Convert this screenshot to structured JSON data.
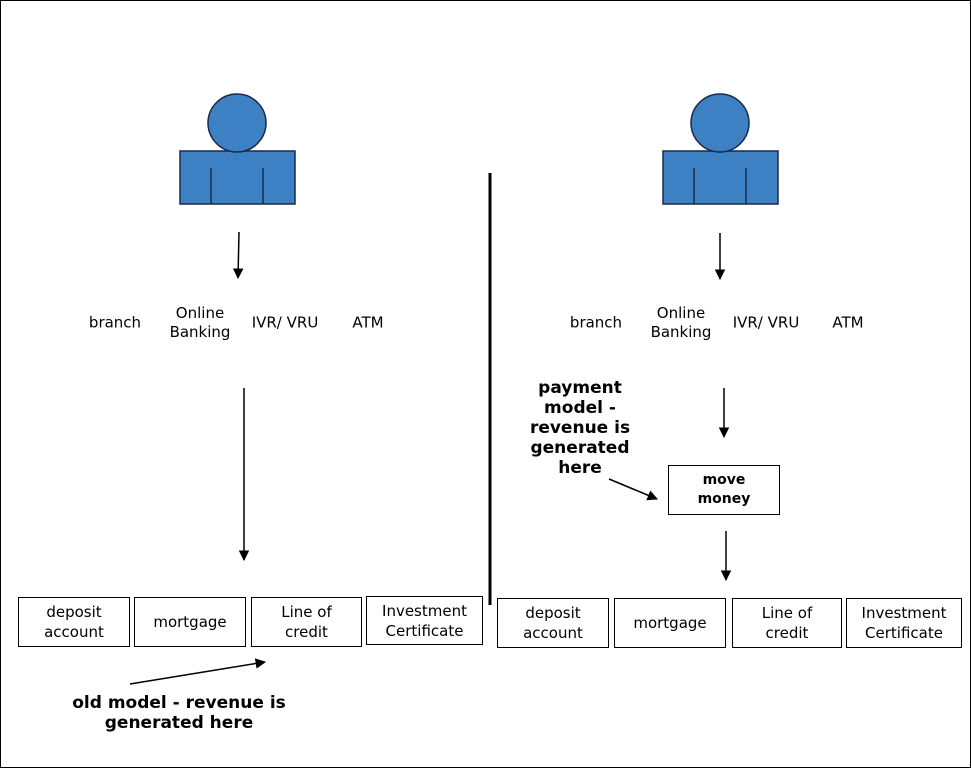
{
  "colors": {
    "person_fill": "#3d80c4",
    "person_stroke": "#1a2a44",
    "line": "#000000"
  },
  "left": {
    "channels": [
      "branch",
      "Online\nBanking",
      "IVR/ VRU",
      "ATM"
    ],
    "products": [
      "deposit\naccount",
      "mortgage",
      "Line of\ncredit",
      "Investment\nCertificate"
    ],
    "note": "old model - revenue is\ngenerated here"
  },
  "right": {
    "channels": [
      "branch",
      "Online\nBanking",
      "IVR/ VRU",
      "ATM"
    ],
    "middle_box": "move\nmoney",
    "note": "payment\nmodel -\nrevenue is\ngenerated\nhere",
    "products": [
      "deposit\naccount",
      "mortgage",
      "Line of\ncredit",
      "Investment\nCertificate"
    ]
  },
  "icons": [
    "person-icon",
    "person-icon"
  ]
}
